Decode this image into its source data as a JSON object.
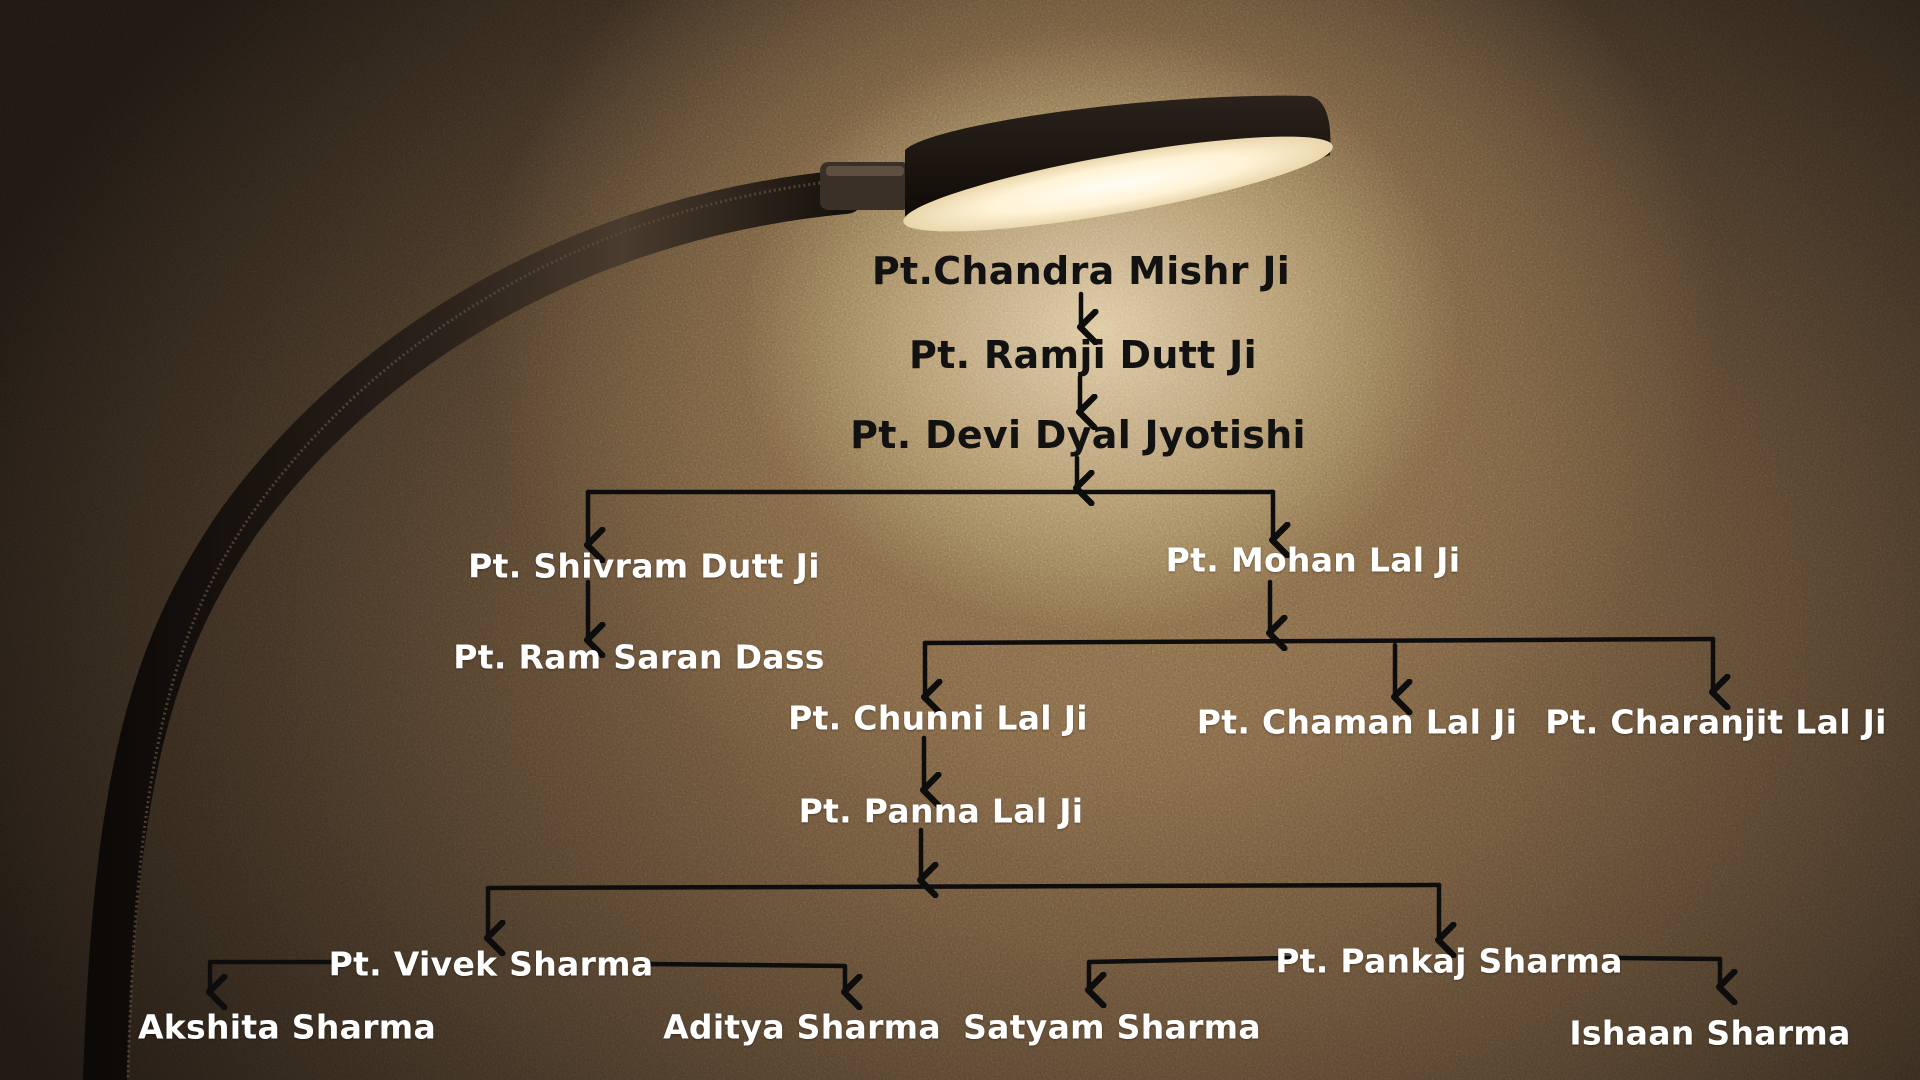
{
  "tree": {
    "nodes": [
      {
        "id": "chandra",
        "label": "Pt.Chandra Mishr Ji",
        "tone": "dark"
      },
      {
        "id": "ramji",
        "label": "Pt. Ramji Dutt Ji",
        "tone": "dark"
      },
      {
        "id": "devi",
        "label": "Pt. Devi Dyal Jyotishi",
        "tone": "dark"
      },
      {
        "id": "shivram",
        "label": "Pt. Shivram Dutt Ji",
        "tone": "light"
      },
      {
        "id": "mohan",
        "label": "Pt. Mohan Lal Ji",
        "tone": "light"
      },
      {
        "id": "ramsaran",
        "label": "Pt. Ram Saran Dass",
        "tone": "light"
      },
      {
        "id": "chunni",
        "label": "Pt. Chunni Lal Ji",
        "tone": "light"
      },
      {
        "id": "chaman",
        "label": "Pt. Chaman Lal Ji",
        "tone": "light"
      },
      {
        "id": "charanjit",
        "label": "Pt. Charanjit Lal Ji",
        "tone": "light"
      },
      {
        "id": "panna",
        "label": "Pt. Panna Lal Ji",
        "tone": "light"
      },
      {
        "id": "vivek",
        "label": "Pt. Vivek Sharma",
        "tone": "light"
      },
      {
        "id": "pankaj",
        "label": "Pt. Pankaj Sharma",
        "tone": "light"
      },
      {
        "id": "akshita",
        "label": "Akshita Sharma",
        "tone": "light"
      },
      {
        "id": "aditya",
        "label": "Aditya Sharma",
        "tone": "light"
      },
      {
        "id": "satyam",
        "label": "Satyam Sharma",
        "tone": "light"
      },
      {
        "id": "ishaan",
        "label": "Ishaan Sharma",
        "tone": "light"
      }
    ],
    "edges": [
      {
        "from": "chandra",
        "to": "ramji"
      },
      {
        "from": "ramji",
        "to": "devi"
      },
      {
        "from": "devi",
        "to": "shivram"
      },
      {
        "from": "devi",
        "to": "mohan"
      },
      {
        "from": "shivram",
        "to": "ramsaran"
      },
      {
        "from": "mohan",
        "to": "chunni"
      },
      {
        "from": "mohan",
        "to": "chaman"
      },
      {
        "from": "mohan",
        "to": "charanjit"
      },
      {
        "from": "chunni",
        "to": "panna"
      },
      {
        "from": "panna",
        "to": "vivek"
      },
      {
        "from": "panna",
        "to": "pankaj"
      },
      {
        "from": "vivek",
        "to": "akshita"
      },
      {
        "from": "vivek",
        "to": "aditya"
      },
      {
        "from": "pankaj",
        "to": "satyam"
      },
      {
        "from": "pankaj",
        "to": "ishaan"
      }
    ]
  },
  "colors": {
    "arrow": "#0d0d0d",
    "dark_text": "#121212",
    "light_text": "#ffffff"
  }
}
